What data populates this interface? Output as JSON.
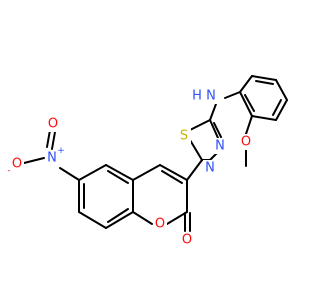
{
  "atoms": {
    "O_keto": "O",
    "O_ring": "O",
    "S": "S",
    "N_thiadiazole_1": "N",
    "N_thiadiazole_2": "N",
    "N_amine": "N",
    "H_amine": "H",
    "O_methoxy": "O",
    "N_nitro": "N",
    "O_nitro_1": "O",
    "O_nitro_2": "O",
    "charge_plus": "+",
    "charge_minus": "-"
  },
  "colors": {
    "carbon_bond": "#000000",
    "oxygen": "#ff0d0d",
    "nitrogen": "#3050f8",
    "sulfur": "#c8b400"
  }
}
